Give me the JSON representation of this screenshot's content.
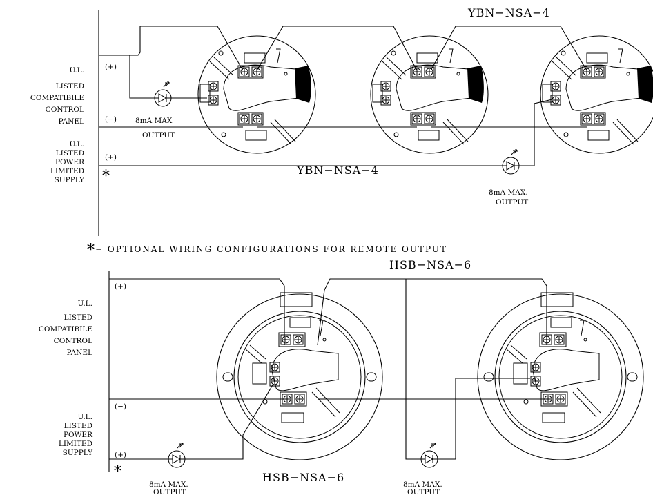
{
  "top": {
    "panel_label": [
      "U.L.",
      "LISTED",
      "COMPATIBILE",
      "CONTROL",
      "PANEL"
    ],
    "supply_label": [
      "U.L.",
      "LISTED",
      "POWER",
      "LIMITED",
      "SUPPLY"
    ],
    "plus_top": "(+)",
    "minus": "(−)",
    "plus_bottom": "(+)",
    "asterisk": "*",
    "led_output_1": [
      "8mA MAX",
      "OUTPUT"
    ],
    "led_output_2": [
      "8mA MAX.",
      "OUTPUT"
    ],
    "model_label_top": "YBN−NSA−4",
    "model_label_bottom": "YBN−NSA−4"
  },
  "note": {
    "asterisk": "*",
    "text": "− OPTIONAL WIRING CONFIGURATIONS FOR REMOTE OUTPUT"
  },
  "bottom": {
    "panel_label": [
      "U.L.",
      "LISTED",
      "COMPATIBILE",
      "CONTROL",
      "PANEL"
    ],
    "supply_label": [
      "U.L.",
      "LISTED",
      "POWER",
      "LIMITED",
      "SUPPLY"
    ],
    "plus_top": "(+)",
    "minus": "(−)",
    "plus_bottom": "(+)",
    "asterisk": "*",
    "led_output_1": [
      "8mA MAX.",
      "OUTPUT"
    ],
    "led_output_2": [
      "8mA MAX.",
      "OUTPUT"
    ],
    "model_label_top": "HSB−NSA−6",
    "model_label_bottom": "HSB−NSA−6"
  },
  "icons": {
    "led": "led-diode-icon",
    "terminal": "screw-terminal-icon",
    "base": "detector-base-icon"
  }
}
